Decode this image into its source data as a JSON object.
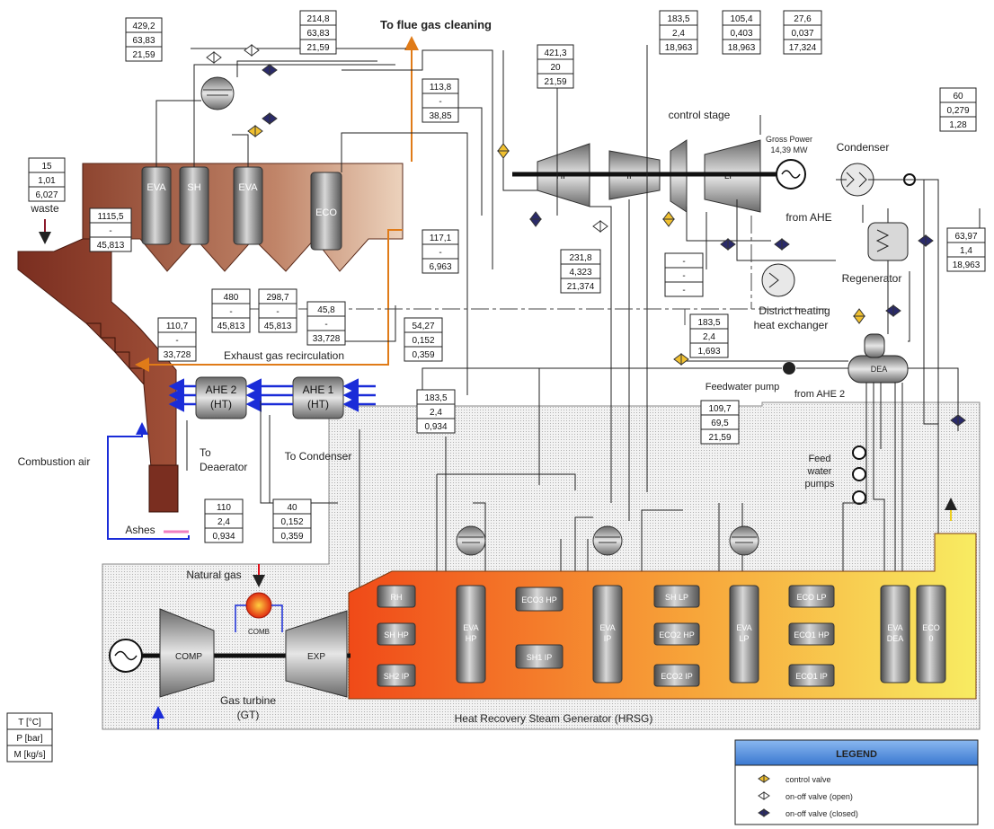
{
  "title": "To flue gas cleaning",
  "labels": {
    "waste": "waste",
    "combustion_air": "Combustion air",
    "ashes": "Ashes",
    "exhaust_recirc": "Exhaust gas recirculation",
    "to_deaerator_1": "To",
    "to_deaerator_2": "Deaerator",
    "to_condenser": "To Condenser",
    "natural_gas": "Natural gas",
    "gas_turbine_1": "Gas turbine",
    "gas_turbine_2": "(GT)",
    "hrsg": "Heat Recovery Steam Generator (HRSG)",
    "control_stage": "control stage",
    "gross_power_1": "Gross Power",
    "gross_power_2": "14,39 MW",
    "condenser": "Condenser",
    "from_ahe": "from AHE",
    "regenerator": "Regenerator",
    "dh_1": "District heating",
    "dh_2": "heat  exchanger",
    "feedwater_pump": "Feedwater pump",
    "from_ahe2": "from AHE 2",
    "feed_pumps_1": "Feed",
    "feed_pumps_2": "water",
    "feed_pumps_3": "pumps",
    "unit_t": "T [°C]",
    "unit_p": "P [bar]",
    "unit_m": "M [kg/s]"
  },
  "components": {
    "eva1": "EVA",
    "sh": "SH",
    "eva2": "EVA",
    "eco": "ECO",
    "ahe2_a": "AHE 2",
    "ahe2_b": "(HT)",
    "ahe1_a": "AHE 1",
    "ahe1_b": "(HT)",
    "hp": "HP",
    "ip": "IP",
    "lp": "LP",
    "comp": "COMP",
    "comb": "COMB",
    "exp": "EXP",
    "dea": "DEA",
    "rh": "RH",
    "sh_hp": "SH HP",
    "sh2_ip": "SH2 IP",
    "eva_hp_a": "EVA",
    "eva_hp_b": "HP",
    "eco3_hp": "ECO3 HP",
    "sh1_ip": "SH1 IP",
    "eva_ip_a": "EVA",
    "eva_ip_b": "IP",
    "sh_lp": "SH LP",
    "eco2_hp": "ECO2 HP",
    "eco2_ip": "ECO2 IP",
    "eva_lp_a": "EVA",
    "eva_lp_b": "LP",
    "eco_lp": "ECO LP",
    "eco1_hp": "ECO1 HP",
    "eco1_ip": "ECO1 IP",
    "eva_dea_a": "EVA",
    "eva_dea_b": "DEA",
    "eco0_a": "ECO",
    "eco0_b": "0"
  },
  "states": {
    "s1": [
      "429,2",
      "63,83",
      "21,59"
    ],
    "s2": [
      "214,8",
      "63,83",
      "21,59"
    ],
    "s3": [
      "113,8",
      "-",
      "38,85"
    ],
    "s4": [
      "421,3",
      "20",
      "21,59"
    ],
    "s5": [
      "183,5",
      "2,4",
      "18,963"
    ],
    "s6": [
      "105,4",
      "0,403",
      "18,963"
    ],
    "s7": [
      "27,6",
      "0,037",
      "17,324"
    ],
    "s8": [
      "60",
      "0,279",
      "1,28"
    ],
    "s9": [
      "15",
      "1,01",
      "6,027"
    ],
    "s10": [
      "1115,5",
      "-",
      "45,813"
    ],
    "s11": [
      "117,1",
      "-",
      "6,963"
    ],
    "s12": [
      "231,8",
      "4,323",
      "21,374"
    ],
    "s13": [
      "-",
      "-",
      "-"
    ],
    "s14": [
      "63,97",
      "1,4",
      "18,963"
    ],
    "s15": [
      "480",
      "-",
      "45,813"
    ],
    "s16": [
      "298,7",
      "-",
      "45,813"
    ],
    "s17": [
      "45,8",
      "-",
      "33,728"
    ],
    "s18": [
      "110,7",
      "-",
      "33,728"
    ],
    "s19": [
      "54,27",
      "0,152",
      "0,359"
    ],
    "s20": [
      "183,5",
      "2,4",
      "1,693"
    ],
    "s21": [
      "183,5",
      "2,4",
      "0,934"
    ],
    "s22": [
      "109,7",
      "69,5",
      "21,59"
    ],
    "s23": [
      "110",
      "2,4",
      "0,934"
    ],
    "s24": [
      "40",
      "0,152",
      "0,359"
    ]
  },
  "legend": {
    "title": "LEGEND",
    "control": "control valve",
    "open": "on-off valve (open)",
    "closed": "on-off valve (closed)"
  },
  "colors": {
    "furnace": "#8a3b2a",
    "boiler_light": "#e0b896",
    "hrsg_hot": "#f25a1e",
    "hrsg_cold": "#f8e45a",
    "flue_gas": "#e07b18",
    "air": "#1a2cd8",
    "legend_header": "#4a8de0"
  }
}
